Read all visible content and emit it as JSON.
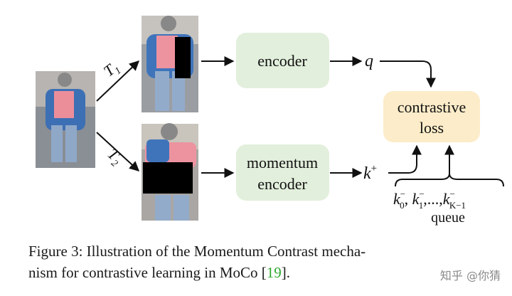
{
  "diagram": {
    "encoder_label": "encoder",
    "momentum_encoder_label": [
      "momentum",
      "encoder"
    ],
    "contrastive_loss_label": [
      "contrastive",
      "loss"
    ],
    "query_label": "q",
    "positive_key_label": "k",
    "positive_key_sup": "+",
    "queue_label": "queue",
    "t1_label": "T",
    "t1_sub": "1",
    "t2_label": "T",
    "t2_sub": "2",
    "negative_keys": [
      {
        "base": "k",
        "sup": "−",
        "sub": "0"
      },
      {
        "base": "k",
        "sup": "−",
        "sub": "1"
      },
      {
        "base": "k",
        "sup": "−",
        "sub": "K−1"
      }
    ],
    "ellipsis": ",...,",
    "colors": {
      "encoder_fill": "#e2efdc",
      "loss_fill": "#fcecc9",
      "arrow": "#111111",
      "citation": "#2fa82f"
    }
  },
  "caption": {
    "prefix": "Figure 3:  Illustration of the Momentum Contrast mecha-",
    "line2_prefix": "nism for contrastive learning in MoCo [",
    "citation": "19",
    "line2_suffix": "]."
  },
  "watermark": "知乎 @你猜"
}
